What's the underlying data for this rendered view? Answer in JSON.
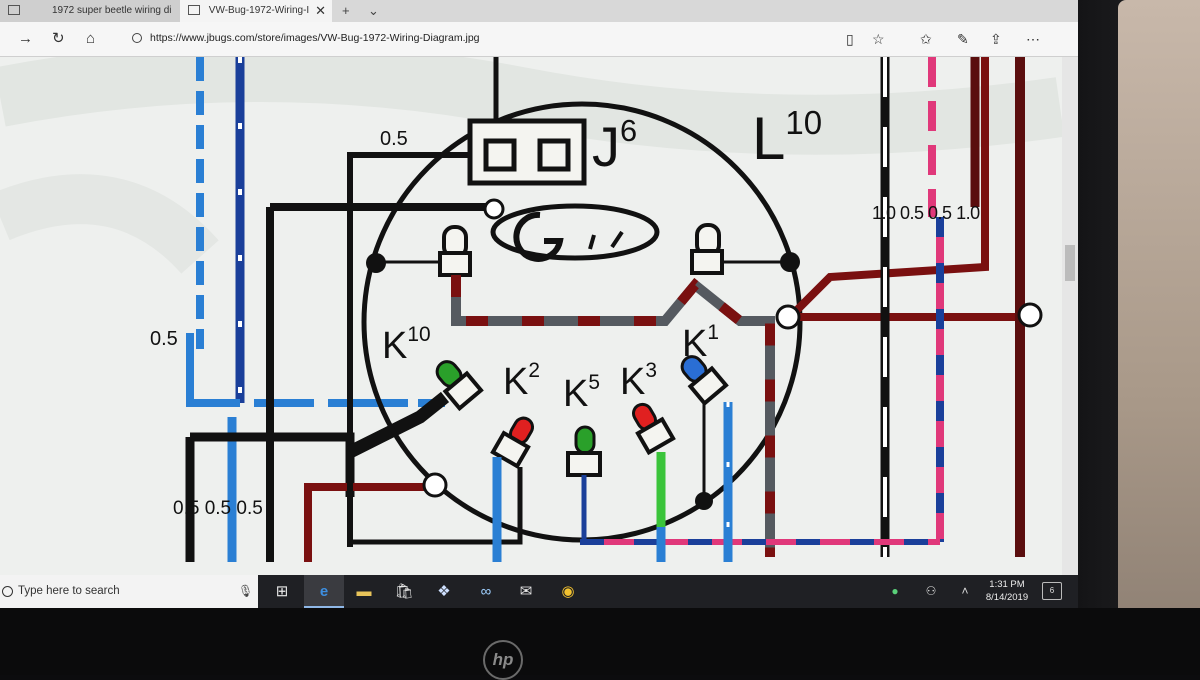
{
  "browser": {
    "tabs": [
      {
        "label": "1972 super beetle wiring di",
        "active": false
      },
      {
        "label": "VW-Bug-1972-Wiring-I",
        "active": true
      }
    ],
    "new_tab": "+",
    "tab_menu": "⌄",
    "url": "https://www.jbugs.com/store/images/VW-Bug-1972-Wiring-Diagram.jpg"
  },
  "diagram": {
    "labels": {
      "wire_05_top": "0.5",
      "wire_05_left": "0.5",
      "j6_base": "J",
      "j6_sup": "6",
      "l10_base": "L",
      "l10_sup": "10",
      "k10_base": "K",
      "k10_sup": "10",
      "k2_base": "K",
      "k2_sup": "2",
      "k5_base": "K",
      "k5_sup": "5",
      "k3_base": "K",
      "k3_sup": "3",
      "k1_base": "K",
      "k1_sup": "1",
      "right_gauges": "1.0 0.5 0.5 1.0",
      "bottom_gauges": "0.5 0.5 0.5"
    },
    "colors": {
      "black": "#111111",
      "blue": "#2a7fd4",
      "dark_blue": "#1a3f9a",
      "red": "#7a1010",
      "pink": "#e0387a",
      "green": "#3ac43a",
      "grey": "#555a60"
    }
  },
  "taskbar": {
    "search_placeholder": "Type here to search",
    "time": "1:31 PM",
    "date": "8/14/2019",
    "notification_count": "6"
  }
}
